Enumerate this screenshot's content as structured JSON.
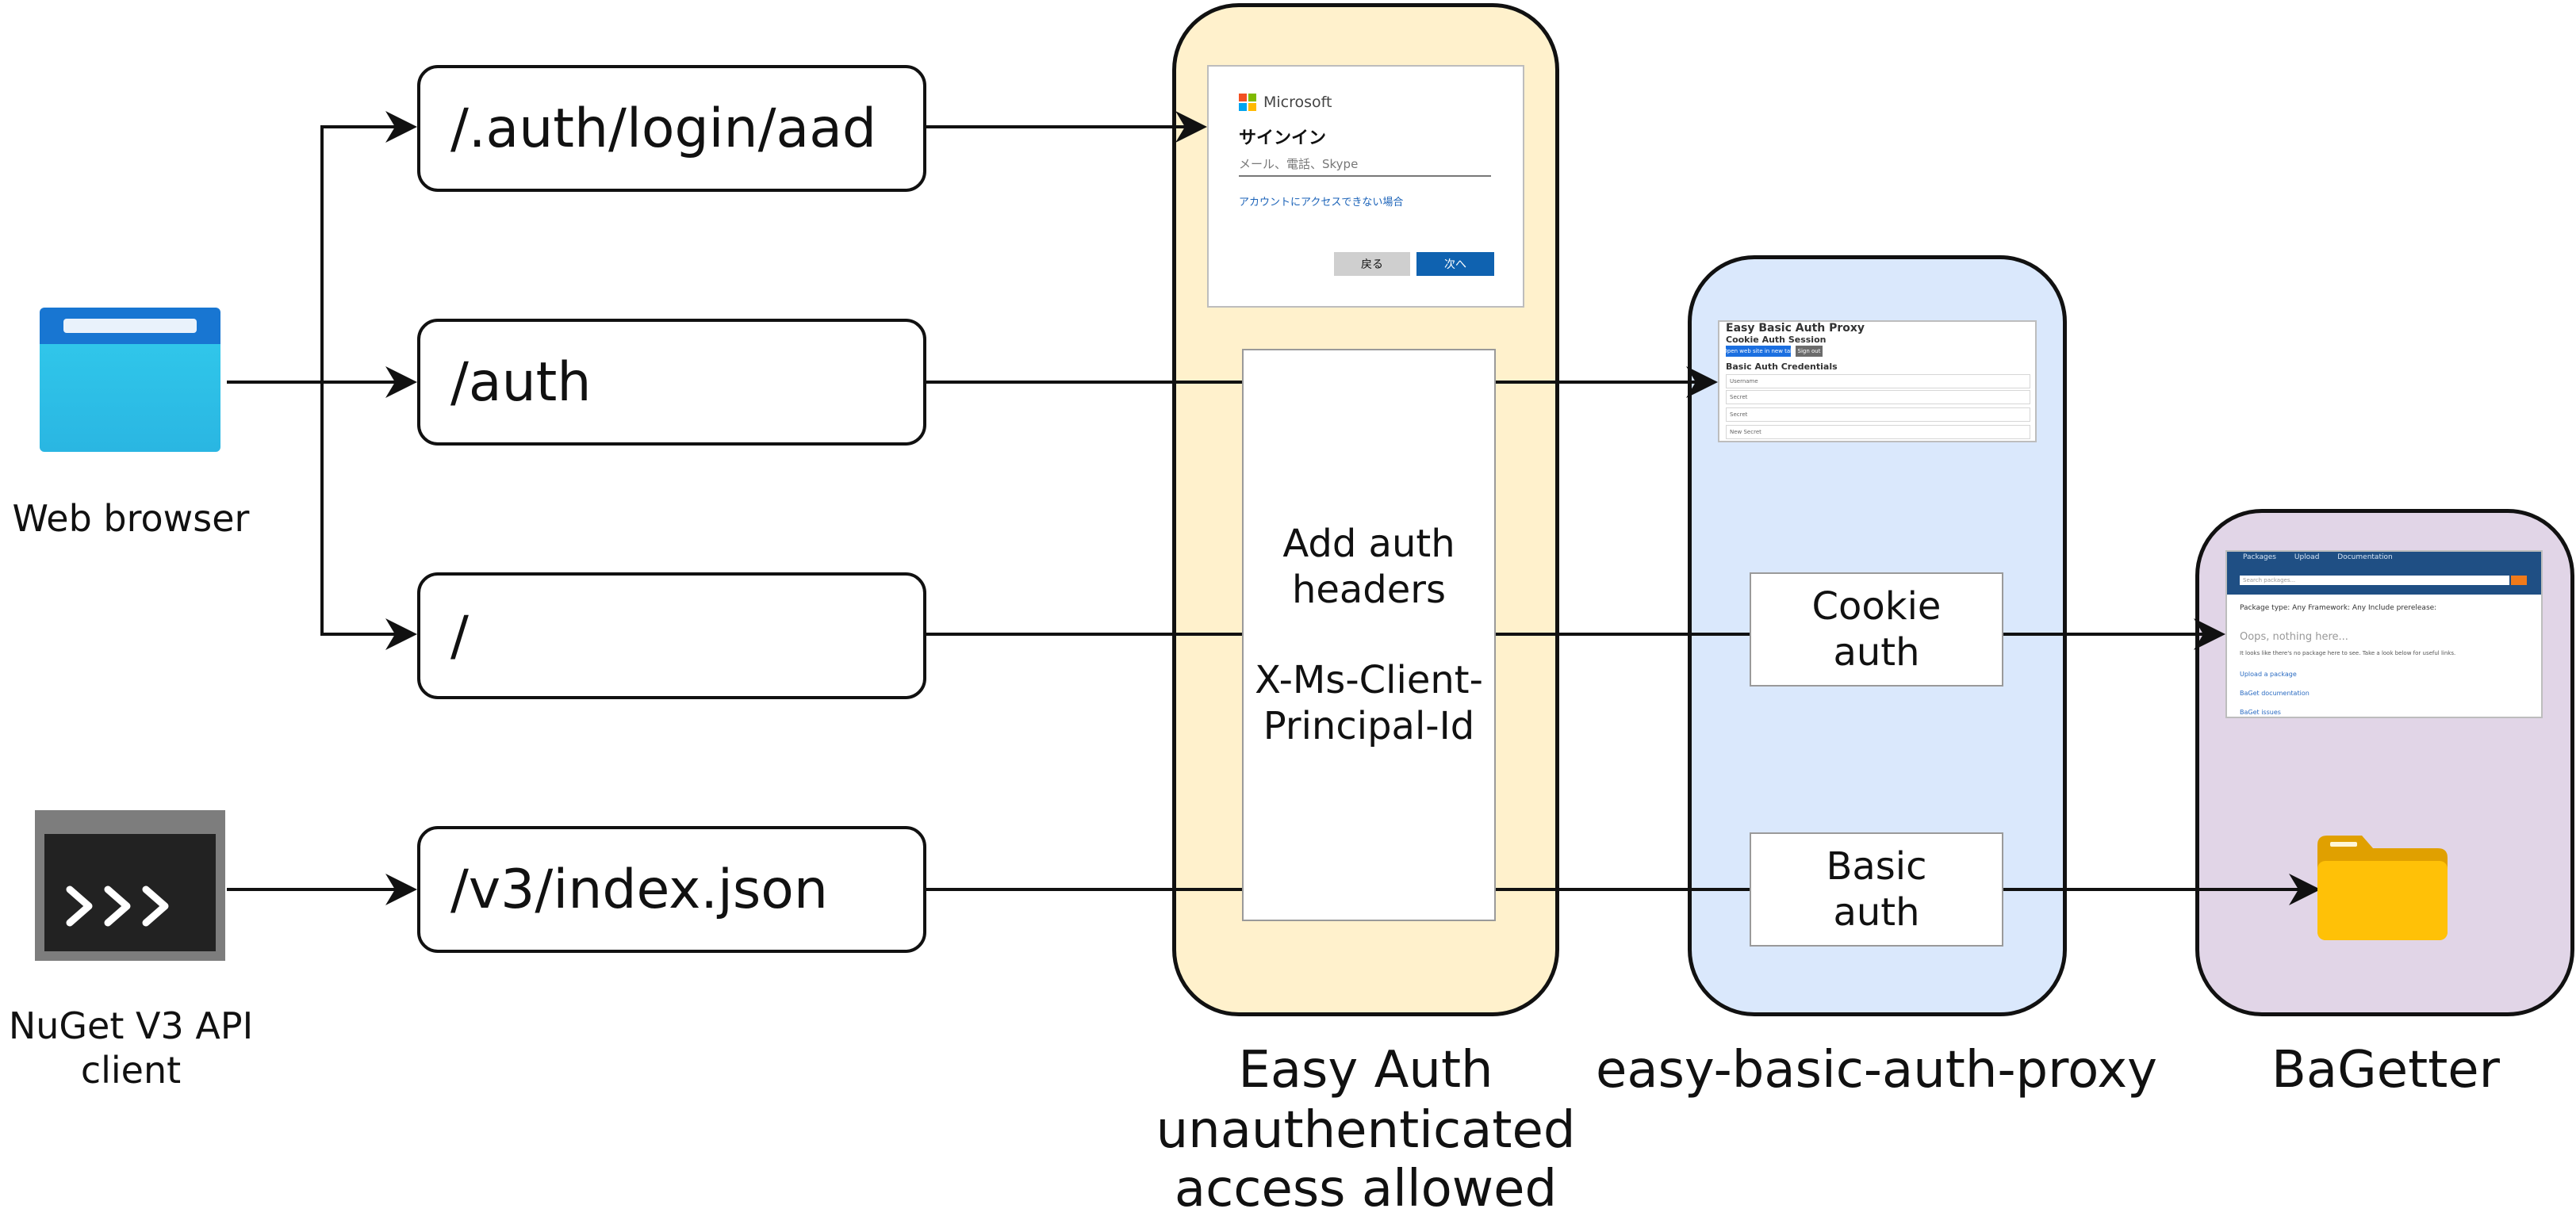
{
  "colors": {
    "easy_auth_zone": "#fff1cc",
    "proxy_zone": "#dae8fc",
    "bagetter_zone": "#e1d5e7",
    "line": "#111111",
    "browser_icon_top": "#1876d2",
    "browser_icon_body": "#30c6ea",
    "terminal_bg": "#222222",
    "folder": "#ffc107"
  },
  "clients": {
    "browser_label": "Web browser",
    "nuget_label_line1": "NuGet V3 API",
    "nuget_label_line2": "client"
  },
  "routes": {
    "login": "/.auth/login/aad",
    "auth": "/auth",
    "root": "/",
    "index": "/v3/index.json"
  },
  "zones": {
    "easy_auth_line1": "Easy Auth",
    "easy_auth_line2": "unauthenticated",
    "easy_auth_line3": "access allowed",
    "proxy": "easy-basic-auth-proxy",
    "bagetter": "BaGetter"
  },
  "headers_box": {
    "line1": "Add auth",
    "line2": "headers",
    "line3": "X-Ms-Client-",
    "line4": "Principal-Id"
  },
  "cookie_box": {
    "line1": "Cookie",
    "line2": "auth"
  },
  "basic_box": {
    "line1": "Basic",
    "line2": "auth"
  },
  "ms_signin": {
    "brand": "Microsoft",
    "title": "サインイン",
    "placeholder": "メール、電話、Skype",
    "link": "アカウントにアクセスできない場合",
    "back": "戻る",
    "next": "次へ"
  },
  "proxy_shot": {
    "title": "Easy Basic Auth Proxy",
    "session": "Cookie Auth Session",
    "btn_open": "Open web site in new tab",
    "btn_signout": "Sign out",
    "credentials": "Basic Auth Credentials",
    "row_username": "Username",
    "row_secret": "Secret",
    "row_new_secret": "New Secret"
  },
  "bagetter_shot": {
    "tab1": "Packages",
    "tab2": "Upload",
    "tab3": "Documentation",
    "search": "Search packages...",
    "filters": "Package type:  Any    Framework:  Any    Include prerelease:",
    "empty": "Oops, nothing here...",
    "hint": "It looks like there's no package here to see. Take a look below for useful links.",
    "link1": "Upload a package",
    "link2": "BaGet documentation",
    "link3": "BaGet issues"
  }
}
